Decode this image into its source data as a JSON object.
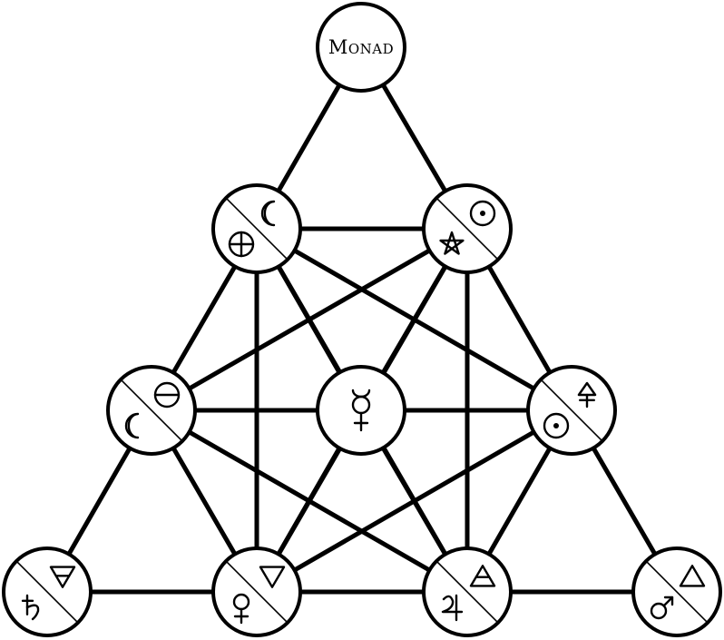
{
  "diagram": {
    "monad_label": "Monad",
    "nodes": [
      {
        "id": "monad",
        "row": 0,
        "col": 0,
        "label": "Monad",
        "symbols": []
      },
      {
        "id": "n1",
        "row": 1,
        "col": 0,
        "symbols": [
          {
            "name": "moon-crescent-icon",
            "glyph": "☽"
          },
          {
            "name": "earth-cross-circle-icon",
            "glyph": "⊕"
          }
        ]
      },
      {
        "id": "n2",
        "row": 1,
        "col": 1,
        "symbols": [
          {
            "name": "sun-circle-dot-icon",
            "glyph": "☉"
          },
          {
            "name": "pentagram-icon",
            "glyph": "⛤"
          }
        ]
      },
      {
        "id": "n3",
        "row": 2,
        "col": 0,
        "symbols": [
          {
            "name": "theta-bar-circle-icon",
            "glyph": "⊖"
          },
          {
            "name": "moon-crescent-icon",
            "glyph": "☽"
          }
        ]
      },
      {
        "id": "n4",
        "row": 2,
        "col": 1,
        "symbols": [
          {
            "name": "mercury-icon",
            "glyph": "☿"
          }
        ]
      },
      {
        "id": "n5",
        "row": 2,
        "col": 2,
        "symbols": [
          {
            "name": "sulfur-icon",
            "glyph": "🜍"
          },
          {
            "name": "sun-circle-dot-icon",
            "glyph": "☉"
          }
        ]
      },
      {
        "id": "n6",
        "row": 3,
        "col": 0,
        "symbols": [
          {
            "name": "earth-triangle-icon",
            "glyph": "🜃"
          },
          {
            "name": "saturn-icon",
            "glyph": "♄"
          }
        ]
      },
      {
        "id": "n7",
        "row": 3,
        "col": 1,
        "symbols": [
          {
            "name": "water-triangle-icon",
            "glyph": "🜄"
          },
          {
            "name": "venus-icon",
            "glyph": "♀"
          }
        ]
      },
      {
        "id": "n8",
        "row": 3,
        "col": 2,
        "symbols": [
          {
            "name": "air-triangle-icon",
            "glyph": "🜁"
          },
          {
            "name": "jupiter-icon",
            "glyph": "♃"
          }
        ]
      },
      {
        "id": "n9",
        "row": 3,
        "col": 3,
        "symbols": [
          {
            "name": "fire-triangle-icon",
            "glyph": "🜂"
          },
          {
            "name": "mars-icon",
            "glyph": "♂"
          }
        ]
      }
    ],
    "edges": [
      [
        "monad",
        "n1"
      ],
      [
        "monad",
        "n2"
      ],
      [
        "n1",
        "n2"
      ],
      [
        "n1",
        "n3"
      ],
      [
        "n1",
        "n4"
      ],
      [
        "n1",
        "n5"
      ],
      [
        "n1",
        "n7"
      ],
      [
        "n1",
        "n8"
      ],
      [
        "n2",
        "n3"
      ],
      [
        "n2",
        "n4"
      ],
      [
        "n2",
        "n5"
      ],
      [
        "n2",
        "n7"
      ],
      [
        "n2",
        "n8"
      ],
      [
        "n3",
        "n4"
      ],
      [
        "n3",
        "n5"
      ],
      [
        "n3",
        "n6"
      ],
      [
        "n3",
        "n7"
      ],
      [
        "n3",
        "n8"
      ],
      [
        "n4",
        "n5"
      ],
      [
        "n4",
        "n7"
      ],
      [
        "n4",
        "n8"
      ],
      [
        "n5",
        "n7"
      ],
      [
        "n5",
        "n8"
      ],
      [
        "n5",
        "n9"
      ],
      [
        "n6",
        "n7"
      ],
      [
        "n7",
        "n8"
      ],
      [
        "n8",
        "n9"
      ]
    ]
  }
}
